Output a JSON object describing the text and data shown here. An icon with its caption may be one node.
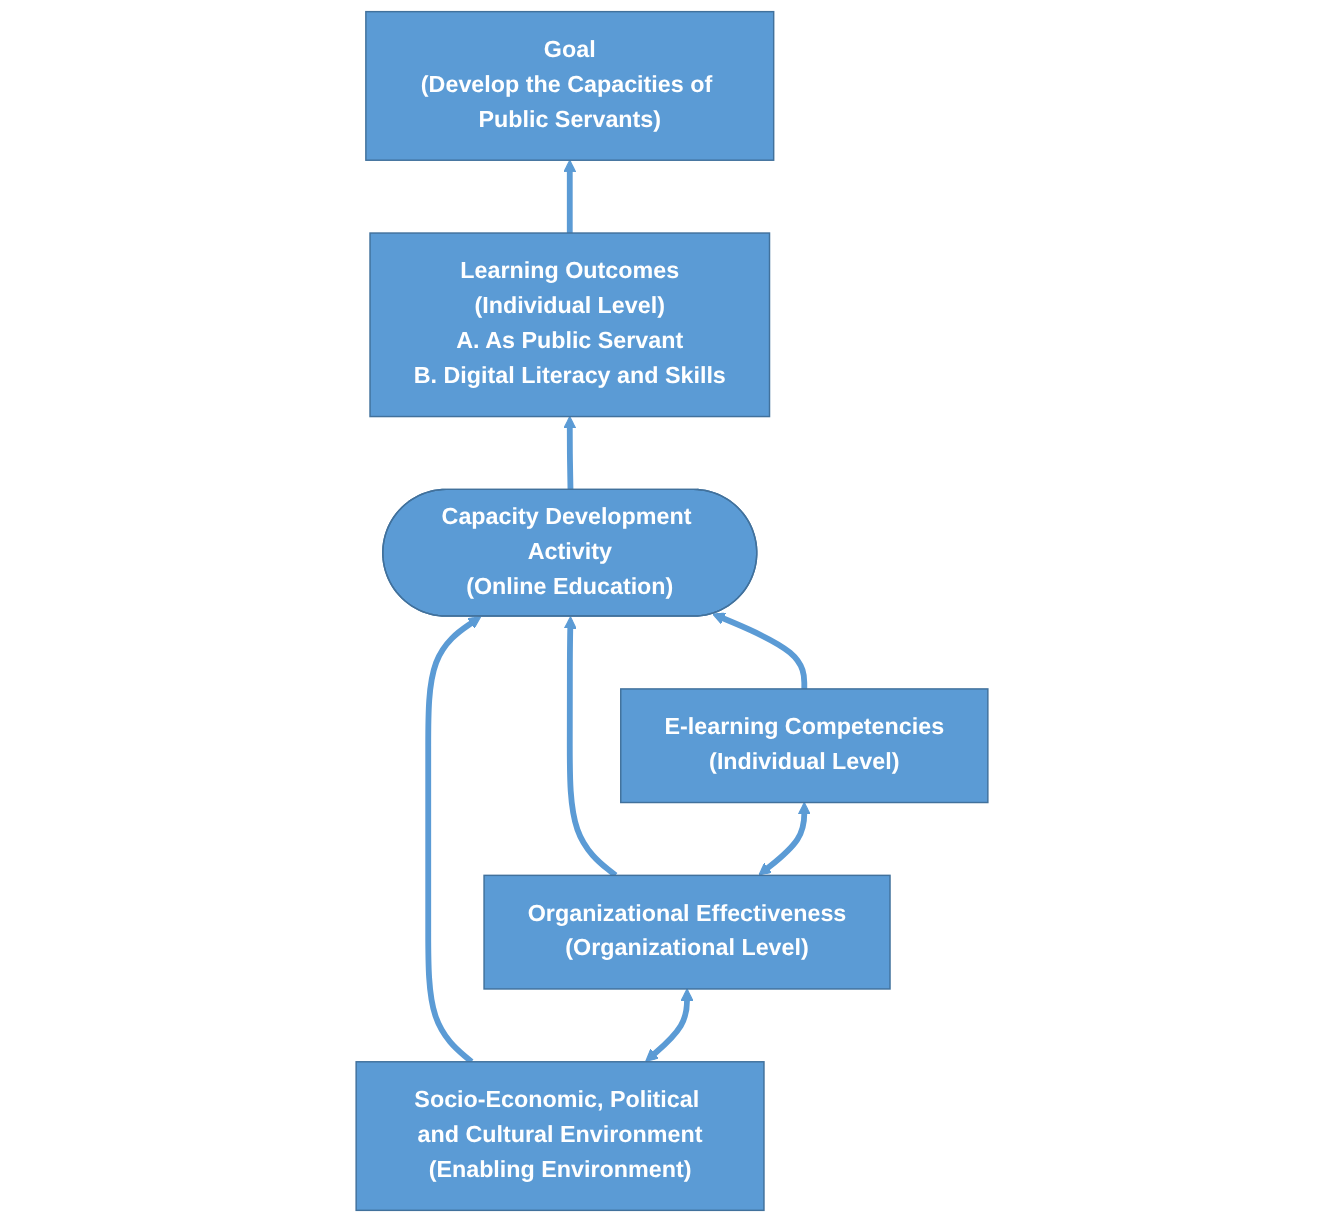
{
  "diagram": {
    "nodes": [
      {
        "text": [
          "Goal",
          "(Develop the Capacities of Public Servants)"
        ]
      },
      {
        "text": [
          "Learning Outcomes",
          "(Individual Level)",
          "A. As Public Servant",
          "B. Digital Literacy and Skills"
        ]
      },
      {
        "text": [
          "Capacity Development Activity",
          "(Online Education)"
        ]
      },
      {
        "text": [
          "Socio-Economic, Political and Cultural Environment",
          "(Enabling Environment)"
        ]
      },
      {
        "text": [
          "Organizational Effectiveness",
          "(Organizational Level)"
        ]
      },
      {
        "text": [
          "E-learning Competencies",
          "(Individual Level)"
        ]
      }
    ],
    "edges": [
      {
        "from": 1,
        "to": 0,
        "arrow": "to"
      },
      {
        "from": 2,
        "to": 1,
        "arrow": "to"
      },
      {
        "from": 3,
        "to": 2,
        "arrow": "to"
      },
      {
        "from": 4,
        "to": 2,
        "arrow": "to"
      },
      {
        "from": 5,
        "to": 2,
        "arrow": "to"
      },
      {
        "from": 3,
        "to": 4,
        "arrow": "both"
      },
      {
        "from": 4,
        "to": 5,
        "arrow": "both"
      }
    ]
  }
}
